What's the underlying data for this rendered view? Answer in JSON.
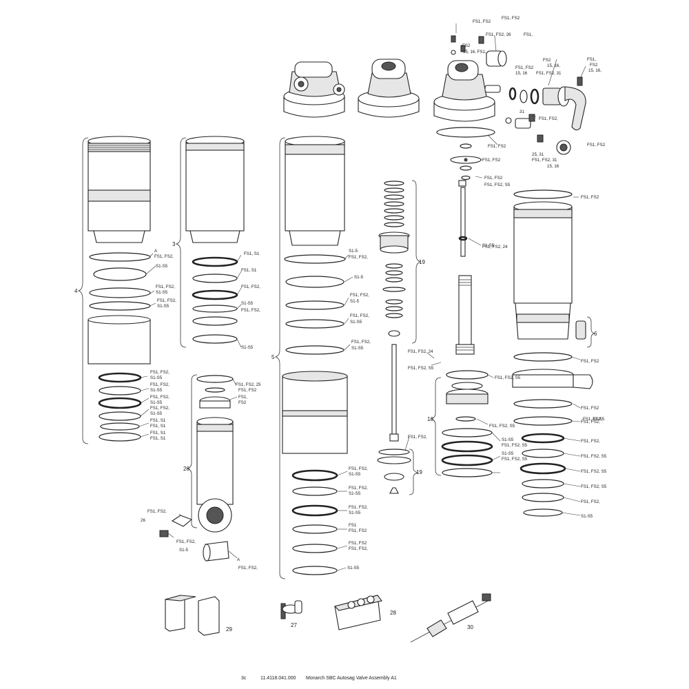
{
  "callouts": [
    {
      "t": "FS1, FS2"
    },
    {
      "t": "FS1, FS2"
    },
    {
      "t": "FS1, FS2, 26"
    },
    {
      "t": "FS1,"
    },
    {
      "t": "FS2"
    },
    {
      "t": "15, 16, FS1,"
    },
    {
      "t": "FS2"
    },
    {
      "t": "15, 16,"
    },
    {
      "t": "FS1,"
    },
    {
      "t": "FS2"
    },
    {
      "t": "15, 16,"
    },
    {
      "t": "FS1, FS2"
    },
    {
      "t": "15, 16"
    },
    {
      "t": "FS1, FS2, 31"
    },
    {
      "t": "31"
    },
    {
      "t": "FS1, FS2,"
    },
    {
      "t": "25, 31"
    },
    {
      "t": "FS1, FS2, 31"
    },
    {
      "t": "15, 16"
    },
    {
      "t": "FS1, FS2"
    },
    {
      "t": "FS1, FS2"
    },
    {
      "t": "FS1, FS2"
    },
    {
      "t": "FS1, FS2"
    },
    {
      "t": "FS1, FS2, S5"
    },
    {
      "t": "FS1, FS2"
    },
    {
      "t": "FS1, FS2, 24"
    },
    {
      "t": "FS1, FS2, 24"
    },
    {
      "t": "FS1, FS2, S5"
    },
    {
      "t": "FS1, FS2"
    },
    {
      "t": "FS1, FS2, S5"
    },
    {
      "t": "FS1, FS2"
    },
    {
      "t": "FS1, FS2, S5"
    },
    {
      "t": "FS1, FS2,"
    },
    {
      "t": "S1-S5"
    },
    {
      "t": "FS1, FS2, S5"
    },
    {
      "t": "FS1, FS2,"
    },
    {
      "t": "S1-S5"
    },
    {
      "t": "FS1, FS2, S5"
    },
    {
      "t": "FS1, FS2, S5"
    },
    {
      "t": "FS1, FS2, S5"
    },
    {
      "t": "FS1, FS2, S5"
    },
    {
      "t": "FS1, FS2,"
    },
    {
      "t": "S1-S5"
    },
    {
      "t": "A"
    },
    {
      "t": "FS1, FS2,"
    },
    {
      "t": "S1-S5"
    },
    {
      "t": "FS1, FS2,"
    },
    {
      "t": "S1-S5"
    },
    {
      "t": "FS1, FS2,"
    },
    {
      "t": "S1-S5"
    },
    {
      "t": "FS1, FS2,"
    },
    {
      "t": "S1-S5"
    },
    {
      "t": "FS1, FS2,"
    },
    {
      "t": "S1-S5"
    },
    {
      "t": "FS1, FS2,"
    },
    {
      "t": "S1-S5"
    },
    {
      "t": "FS1, FS2,"
    },
    {
      "t": "S1-S5"
    },
    {
      "t": "FS1, S1"
    },
    {
      "t": "FS1, S1"
    },
    {
      "t": "FS1, S1"
    },
    {
      "t": "FS1, S1"
    },
    {
      "t": "FS1, S1"
    },
    {
      "t": "FS1, S1"
    },
    {
      "t": "FS1, FS2,"
    },
    {
      "t": "S1-S5"
    },
    {
      "t": "FS1, FS2,"
    },
    {
      "t": "S1-S5"
    },
    {
      "t": "FS1, FS2, 25"
    },
    {
      "t": "FS1, FS2"
    },
    {
      "t": "FS1,"
    },
    {
      "t": "FS2"
    },
    {
      "t": "FS1, FS2,"
    },
    {
      "t": "26"
    },
    {
      "t": "FS1, FS2,"
    },
    {
      "t": "S1-5"
    },
    {
      "t": "A"
    },
    {
      "t": "FS1, FS2,"
    },
    {
      "t": "S1-5"
    },
    {
      "t": "FS1, FS2,"
    },
    {
      "t": "S1-5"
    },
    {
      "t": "FS1, FS2,"
    },
    {
      "t": "S1-5"
    },
    {
      "t": "FS1, FS2,"
    },
    {
      "t": "S1-S5"
    },
    {
      "t": "FS1, FS2,"
    },
    {
      "t": "S1-S5"
    },
    {
      "t": "FS1, FS2,"
    },
    {
      "t": "S1-S5"
    },
    {
      "t": "FS1, FS2,"
    },
    {
      "t": "S1-S5"
    },
    {
      "t": "FS1, FS2,"
    },
    {
      "t": "S1-S5"
    },
    {
      "t": "FS1"
    },
    {
      "t": "FS1, FS2"
    },
    {
      "t": "FS1, FS2"
    },
    {
      "t": "FS1, FS2,"
    },
    {
      "t": "S1-S5"
    },
    {
      "t": "FS1, FS2,"
    },
    {
      "t": "S1-S5"
    },
    {
      "t": "FS1, FS2,"
    },
    {
      "t": "S1-S5"
    }
  ],
  "part_numbers": [
    {
      "t": "4"
    },
    {
      "t": "3"
    },
    {
      "t": "5"
    },
    {
      "t": "19"
    },
    {
      "t": "19"
    },
    {
      "t": "18"
    },
    {
      "t": "6"
    },
    {
      "t": "20"
    },
    {
      "t": "29"
    },
    {
      "t": "27"
    },
    {
      "t": "28"
    },
    {
      "t": "30"
    }
  ],
  "footer": {
    "index": "3c",
    "part_number": "11.4118.041.000",
    "description": "Monarch SBC Autosag Valve Assembly A1"
  }
}
